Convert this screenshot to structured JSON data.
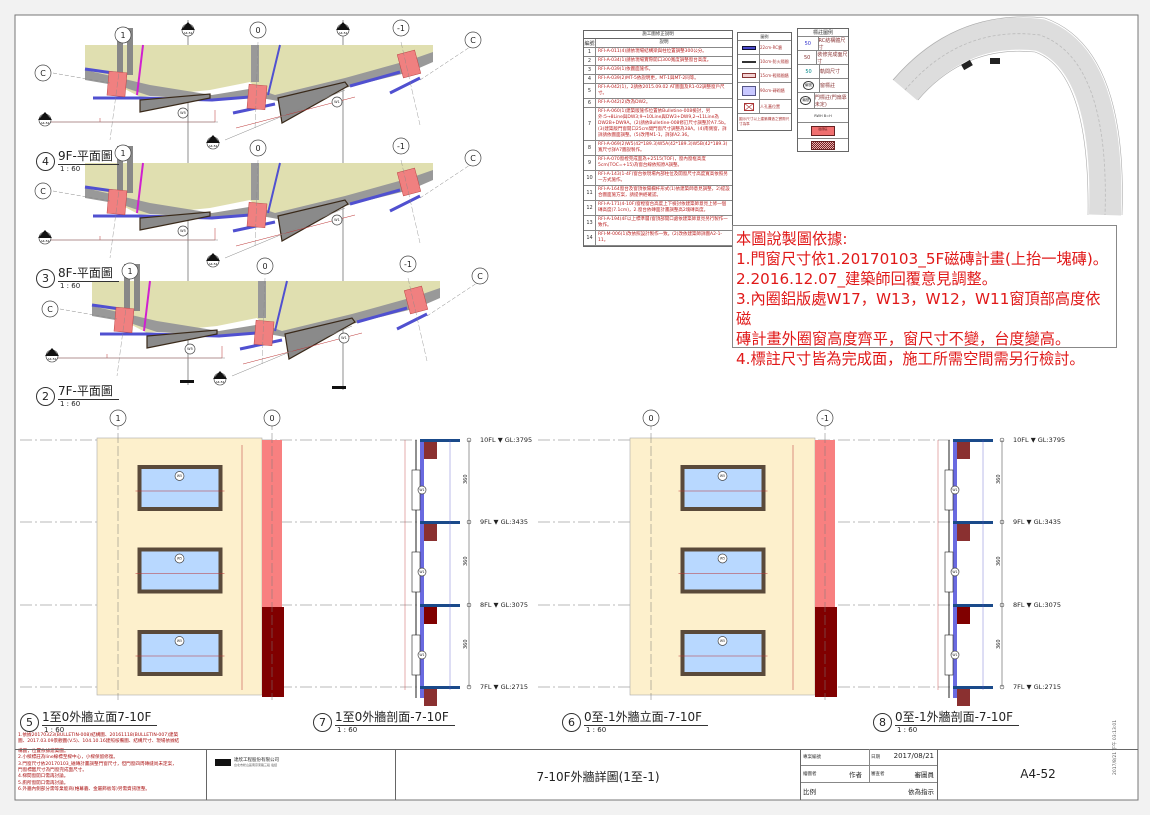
{
  "plans": [
    {
      "num": "4",
      "title": "9F-平面圖",
      "scale": "1 : 60"
    },
    {
      "num": "3",
      "title": "8F-平面圖",
      "scale": "1 : 60"
    },
    {
      "num": "2",
      "title": "7F-平面圖",
      "scale": "1 : 60"
    }
  ],
  "grid_labels": {
    "g1": "1",
    "g0": "0",
    "gm1": "-1",
    "c": "C",
    "sheet_ref": "A4-52"
  },
  "window_tags": {
    "plan_left": "W5",
    "plan_right": "W1"
  },
  "elevations": [
    {
      "num": "5",
      "title": "1至0外牆立面7-10F",
      "scale": "1 : 60",
      "grid_left": "1",
      "grid_right": "0",
      "window_tag": "W5"
    },
    {
      "num": "7",
      "title": "1至0外牆剖面-7-10F",
      "scale": "1 : 60"
    },
    {
      "num": "6",
      "title": "0至-1外牆立面-7-10F",
      "scale": "1 : 60",
      "grid_left": "0",
      "grid_right": "-1",
      "window_tag": "W5"
    },
    {
      "num": "8",
      "title": "0至-1外牆剖面-7-10F",
      "scale": "1 : 60"
    }
  ],
  "levels": [
    {
      "label": "10FL ▼ GL:3795"
    },
    {
      "label": "9FL ▼ GL:3435"
    },
    {
      "label": "8FL ▼ GL:3075"
    },
    {
      "label": "7FL ▼ GL:2715"
    }
  ],
  "section_dim": "360",
  "section_tag": "W1",
  "revision_table": {
    "title": "施工圖修正說明",
    "col_no": "編號",
    "col_desc": "說明",
    "rows": [
      {
        "no": "1",
        "desc": "RFI-A-011(4)請依現場結構梁與柱位置調整300公分。"
      },
      {
        "no": "2",
        "desc": "RFI-A-034(1)請依現場實際開口300寬度調整窗台高度。"
      },
      {
        "no": "3",
        "desc": "RFI-A-039(1)依圖面施作。"
      },
      {
        "no": "4",
        "desc": "RFI-A-039(2)MT-5依說明更，MT-1與MT-2同等。"
      },
      {
        "no": "5",
        "desc": "RFI-A-042(1)，2請依2015.09.02 AT圖面及R1-02調整窗戶尺寸。"
      },
      {
        "no": "6",
        "desc": "RFI-A-042(2)改為DW2。"
      },
      {
        "no": "7",
        "desc": "RFI-A-060(1)建築版施作位置依Bulletine-008檢討，另外:5→8Line與DW3;9→10Line與DW3+DW9,2→11Line為DW2B+DW9A。(2)請依Bulletine-008修訂尺寸調整於A7.5b。(3)建築版門窗開口25cm間門窗尺寸調整為38A。(4)南側窗，詳詳請依圖面調整。(5)改用M1-1，詳詳A2.36。"
      },
      {
        "no": "8",
        "desc": "RFI-A-069(2)W5(42*189.3)W5A(42*189.3)W5B(42*189.3)寬尺寸詳A7圖說製作。"
      },
      {
        "no": "9",
        "desc": "RFI-A-070窗樘完成面為+2515(TOF)，窗內窗框高度5cm(TOC=+15)為窗台線依照原A調整。"
      },
      {
        "no": "10",
        "desc": "RFI-A-143(1-4F)窗台依現場內部柱位及開窗尺寸高度寬高依照另一方式施作。"
      },
      {
        "no": "11",
        "desc": "RFI-A-164窗台及窗頂依陽欄杆形式(1)依建築師意見調整，2)提設合圖面施方案，請提供經確認。"
      },
      {
        "no": "12",
        "desc": "RFI-A-171(4-10F)窗樘窗台高度上下檢討依建築師意見上修一個磚高度(7.1cm)，2.窗台依磚面計畫調整高2塊磚高度。"
      },
      {
        "no": "13",
        "desc": "RFI-A-194(4F以上標準層)窗頂部開口處依建築師意見另行製作一致作。"
      },
      {
        "no": "14",
        "desc": "RFI-M-006(1)改依照設計製作一致。(2)改依建築師詳圖A2-1-11。"
      }
    ]
  },
  "symbol_legend": {
    "title": "圖例",
    "items": [
      "22cm-RC牆",
      "10cm-防火隔間",
      "15cm-輕隔間牆",
      "90cm-磚砌牆",
      "人孔蓋位置"
    ],
    "footer": "圖示尺寸以上建築構造之實際尺寸為準"
  },
  "mark_legend": {
    "title": "標註圖例",
    "items": [
      {
        "sym": "50",
        "label": "RC結構體尺寸"
      },
      {
        "sym": "50",
        "label": "裝修完成面尺寸"
      },
      {
        "sym": "50",
        "label": "軌間尺寸"
      },
      {
        "sym": "編號",
        "label": "窗標註"
      },
      {
        "sym": "編號",
        "label": "門標註(門扇靠未定)"
      }
    ],
    "extra": "RWH B=H",
    "swatch_label": "磁磚區"
  },
  "design_note": {
    "heading": "本圖說製圖依據:",
    "lines": [
      "1.門窗尺寸依1.20170103_5F磁磚計畫(上抬一塊磚)。",
      "2.2016.12.07_建築師回覆意見調整。",
      "3.內圈鋁版處W17，W13，W12，W11窗頂部高度依磁",
      "磚計畫外圈窗高度齊平，窗尺寸不變，台度變高。",
      "4.標註尺寸皆為完成面，施工所需空間需另行檢討。"
    ]
  },
  "general_notes": [
    "1.依據20170323(BULLETIN-008)結構圖、20161118(BULLETIN-007)建築",
    "圖、2017.03.09景觀圖(V.5)、104.10.16建照核備圖、結構尺寸、現場依據結",
    "構圖，位置依據建築圖。",
    "2.小樑標註為line線標至樑中心，小樑保留修復。",
    "3.門窗尺寸依20170103_磁磚計畫調整門窗尺寸，但門窗四周磚縫尚未定案，",
    "門窗標籤尺寸為門窗完成面尺寸。",
    "4.梯間窗開口需再討論。",
    "5.廁所窗開口需再討論。",
    "6.外牆內側部分需等業能商(帷幕牆、金屬飾板等)另需資訊匯整。"
  ],
  "company": {
    "name": "達欣工程股份有限公司",
    "sub": "台北市松山區南京東路三段 電話"
  },
  "title_block": {
    "drawing_title": "7-10F外牆詳圖(1至-1)",
    "project_no_label": "專案編號",
    "date_label": "日期",
    "date": "2017/08/21",
    "drawn_label": "繪圖者",
    "drawn": "作者",
    "checked_label": "審查者",
    "checked": "審圖員",
    "scale_label": "比例",
    "scale": "依為指示",
    "sheet_no": "A4-52",
    "timestamp": "2017/8/21 下午 03:13:01"
  }
}
